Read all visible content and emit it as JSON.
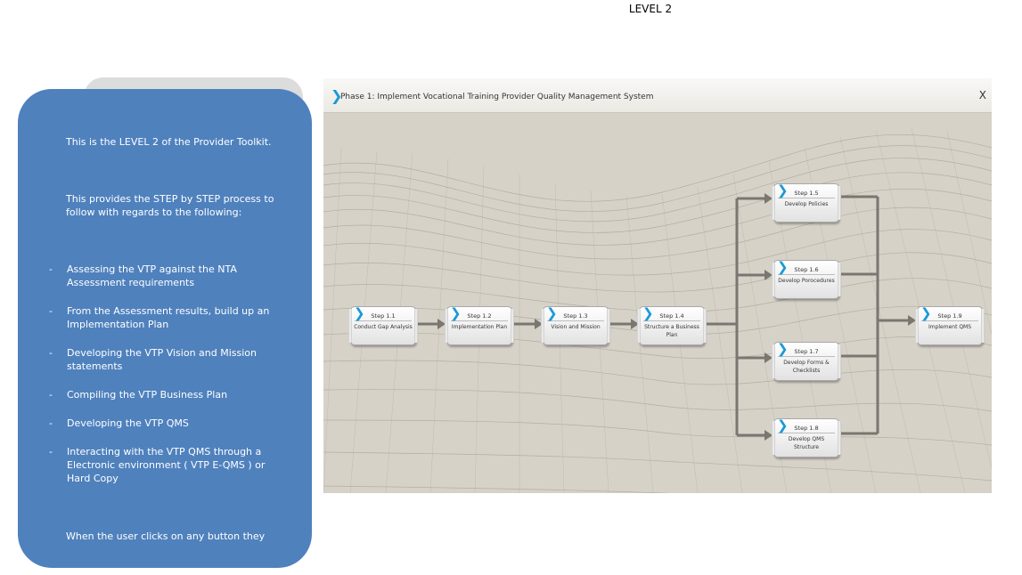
{
  "page": {
    "heading": "LEVEL 2"
  },
  "sidebar": {
    "intro": "This is the LEVEL 2 of the Provider Toolkit.",
    "lead": "This provides the STEP by STEP process to follow with regards to the following:",
    "bullets": [
      {
        "dash": "-",
        "text": "Assessing the VTP against the NTA Assessment requirements"
      },
      {
        "dash": "-",
        "text": "From the Assessment results, build up an Implementation Plan"
      },
      {
        "dash": "-",
        "text": "Developing the VTP Vision and Mission statements"
      },
      {
        "dash": "-",
        "text": "Compiling the VTP Business Plan"
      },
      {
        "dash": "-",
        "text": "Developing the VTP QMS"
      },
      {
        "dash": "-",
        "text": "Interacting with the VTP QMS through a Electronic environment ( VTP E-QMS ) or Hard Copy"
      }
    ],
    "footer": "When the user  clicks on any button they"
  },
  "phase_panel": {
    "title": "Phase 1: Implement Vocational Training Provider  Quality Management System",
    "close_label": "X",
    "steps": [
      {
        "number": "Step 1.1",
        "label": "Conduct Gap Analysis"
      },
      {
        "number": "Step 1.2",
        "label": "Implementation Plan"
      },
      {
        "number": "Step 1.3",
        "label": "Vision and Mission"
      },
      {
        "number": "Step 1.4",
        "label": "Structure a Business Plan"
      },
      {
        "number": "Step 1.5",
        "label": "Develop Policies"
      },
      {
        "number": "Step 1.6",
        "label": "Develop Porocedures"
      },
      {
        "number": "Step 1.7",
        "label": "Develop Forms & Checklists"
      },
      {
        "number": "Step 1.8",
        "label": "Develop QMS Structure"
      },
      {
        "number": "Step 1.9",
        "label": "Implement QMS"
      }
    ]
  },
  "colors": {
    "sidebar_bg": "#4f81bd",
    "panel_bg": "#d6d2c8",
    "accent_chevron": "#1a9ad6",
    "connector": "#7a7670"
  }
}
